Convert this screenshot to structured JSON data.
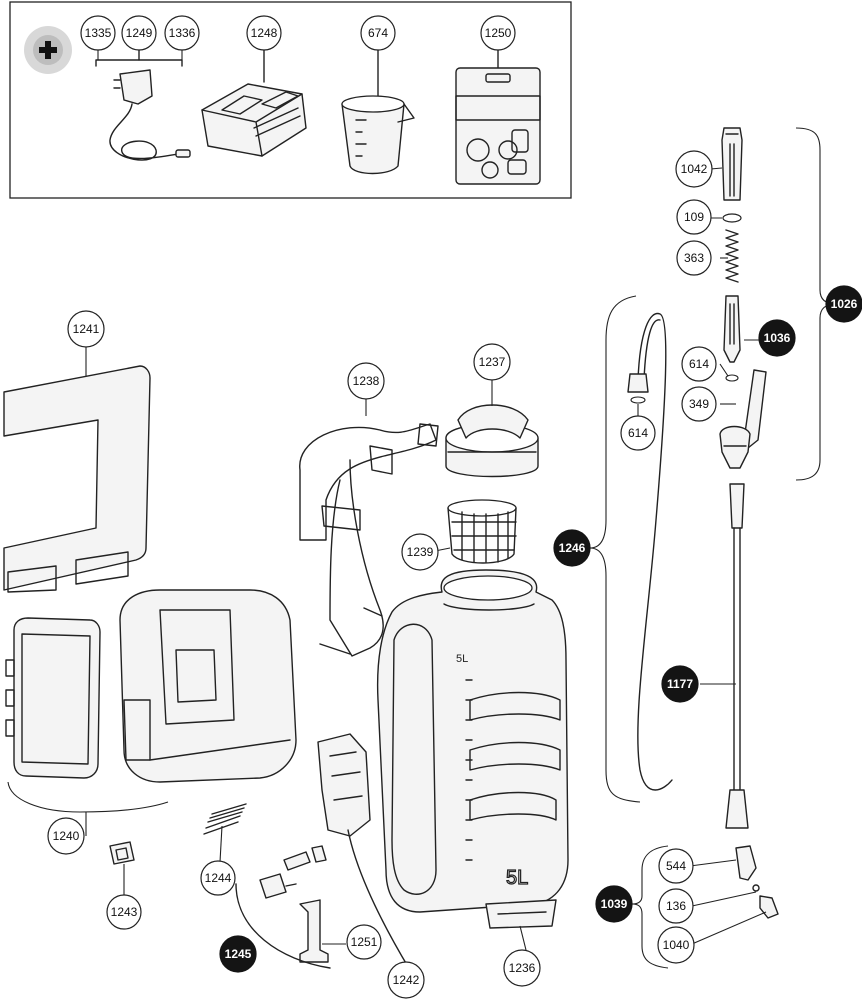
{
  "accessory_box": {
    "plus_icon": "plus-icon"
  },
  "labels": {
    "l1335": "1335",
    "l1249": "1249",
    "l1336": "1336",
    "l1248": "1248",
    "l674": "674",
    "l1250": "1250",
    "l1042": "1042",
    "l109": "109",
    "l363": "363",
    "l1026": "1026",
    "l1036": "1036",
    "l614a": "614",
    "l614b": "614",
    "l349": "349",
    "l1241": "1241",
    "l1238": "1238",
    "l1237": "1237",
    "l1239": "1239",
    "l1246": "1246",
    "l1177": "1177",
    "l1240": "1240",
    "l1243": "1243",
    "l1244": "1244",
    "l1245": "1245",
    "l1251": "1251",
    "l1242": "1242",
    "l1236": "1236",
    "l544": "544",
    "l136": "136",
    "l1039": "1039",
    "l1040": "1040"
  },
  "tank_marks": {
    "top": "5L",
    "bottom": "5L"
  }
}
